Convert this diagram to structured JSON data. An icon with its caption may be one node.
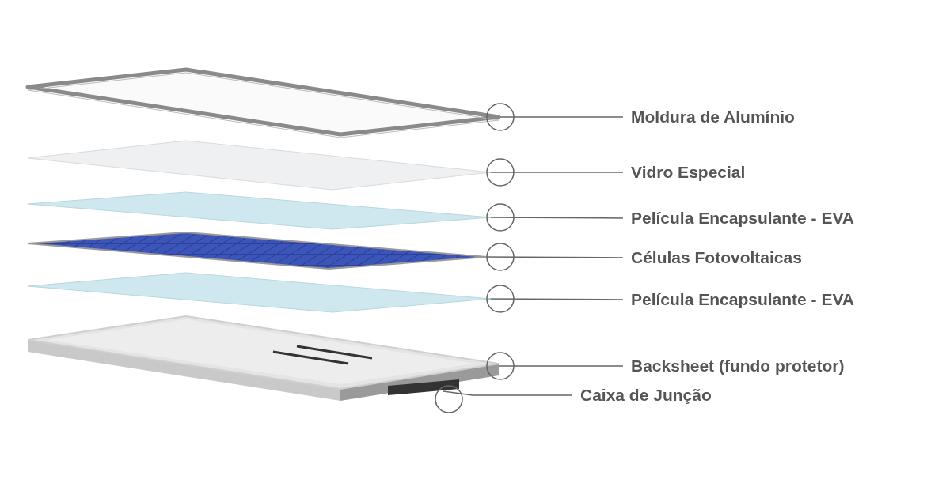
{
  "diagram": {
    "nodes": [
      {
        "text": [
          "Moldura de Alumínio"
        ]
      },
      {
        "text": [
          "Vidro Especial"
        ]
      },
      {
        "text": [
          "Película Encapsulante - EVA"
        ]
      },
      {
        "text": [
          "Células Fotovoltaicas"
        ]
      },
      {
        "text": [
          "Película Encapsulante - EVA"
        ]
      },
      {
        "text": [
          "Backsheet (fundo protetor)"
        ]
      },
      {
        "text": [
          "Caixa de Junção"
        ]
      },
      {
        "text": [],
        "shape": "picture"
      },
      {
        "text": [],
        "shape": "picture"
      },
      {
        "text": [],
        "shape": "picture"
      },
      {
        "text": [],
        "shape": "picture"
      },
      {
        "text": [],
        "shape": "picture"
      },
      {
        "text": [],
        "shape": "picture"
      },
      {
        "text": [],
        "shape": "box"
      }
    ],
    "edges": [
      {
        "from": 0,
        "to": 7,
        "arrow": "none"
      },
      {
        "from": 1,
        "to": 8,
        "arrow": "none"
      },
      {
        "from": 2,
        "to": 9,
        "arrow": "none"
      },
      {
        "from": 3,
        "to": 10,
        "arrow": "none"
      },
      {
        "from": 4,
        "to": 11,
        "arrow": "none"
      },
      {
        "from": 5,
        "to": 12,
        "arrow": "none"
      },
      {
        "from": 6,
        "to": 13,
        "arrow": "none"
      }
    ]
  }
}
